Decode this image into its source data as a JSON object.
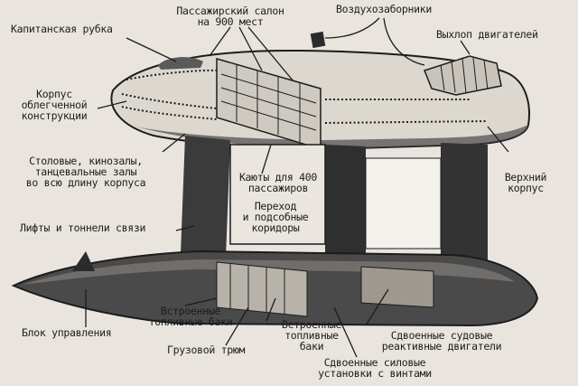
{
  "labels": {
    "captain_cabin": "Капитанская рубка",
    "passenger_salon": "Пассажирский салон\nна 900 мест",
    "air_intakes": "Воздухозаборники",
    "engine_exhaust": "Выхлоп двигателей",
    "light_hull": "Корпус\nоблегченной\nконструкции",
    "dining_halls": "Столовые, кинозалы,\nтанцевальные залы\nво всю длину корпуса",
    "cabins": "Каюты для 400\nпассажиров",
    "passage_corridors": "Переход\nи подсобные\nкоридоры",
    "upper_hull": "Верхний\nкорпус",
    "lifts_tunnels": "Лифты и тоннели связи",
    "control_block": "Блок управления",
    "fuel_tanks_1": "Встроенные\nтопливные баки",
    "cargo_hold": "Грузовой трюм",
    "fuel_tanks_2": "Встроенные\nтопливные\nбаки",
    "jet_engines": "Сдвоенные судовые\nреактивные двигатели",
    "power_units": "Сдвоенные силовые\nустановки с винтами"
  },
  "colors": {
    "paper": "#e9e5de",
    "ink": "#1c1c1c",
    "shadow": "#2b2b2b",
    "window": "#f3f1ec"
  }
}
